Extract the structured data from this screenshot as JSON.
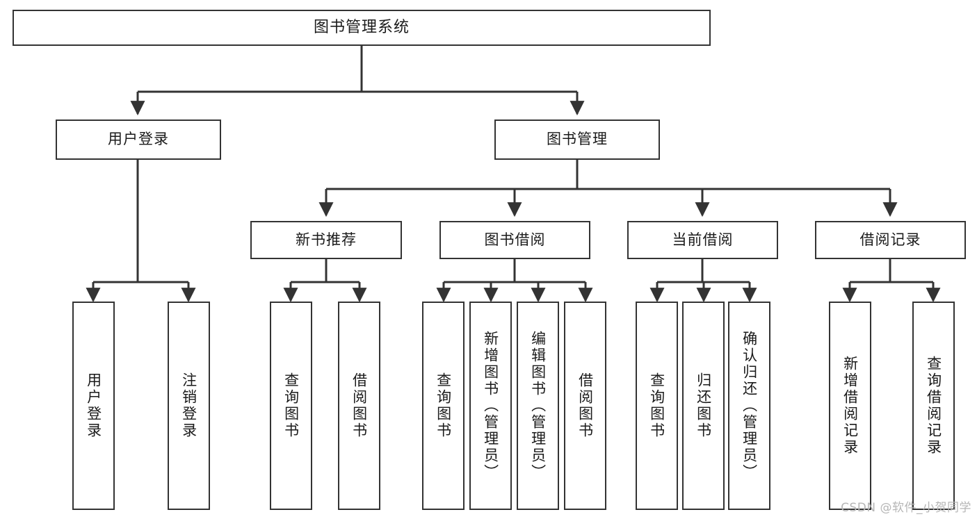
{
  "diagram": {
    "title": "图书管理系统",
    "type": "tree",
    "root": {
      "label": "图书管理系统"
    },
    "level1": [
      {
        "label": "用户登录"
      },
      {
        "label": "图书管理"
      }
    ],
    "level2": [
      {
        "label": "新书推荐",
        "parent": "图书管理"
      },
      {
        "label": "图书借阅",
        "parent": "图书管理"
      },
      {
        "label": "当前借阅",
        "parent": "图书管理"
      },
      {
        "label": "借阅记录",
        "parent": "图书管理"
      }
    ],
    "leaves": {
      "user_login": [
        {
          "label": "用户登录"
        },
        {
          "label": "注销登录"
        }
      ],
      "new_book_recommend": [
        {
          "label": "查询图书"
        },
        {
          "label": "借阅图书"
        }
      ],
      "book_borrow": [
        {
          "label": "查询图书"
        },
        {
          "label": "新增图书（管理员）"
        },
        {
          "label": "编辑图书（管理员）"
        },
        {
          "label": "借阅图书"
        }
      ],
      "current_borrow": [
        {
          "label": "查询图书"
        },
        {
          "label": "归还图书"
        },
        {
          "label": "确认归还（管理员）"
        }
      ],
      "borrow_record": [
        {
          "label": "新增借阅记录"
        },
        {
          "label": "查询借阅记录"
        }
      ]
    }
  },
  "watermark": {
    "text": "CSDN @软件_小贺同学"
  },
  "colors": {
    "background": "#ffffff",
    "node_border": "#333333",
    "node_fill": "#ffffff",
    "text": "#1a1a1a",
    "connector": "#333333",
    "watermark": "#b6b6b6"
  }
}
